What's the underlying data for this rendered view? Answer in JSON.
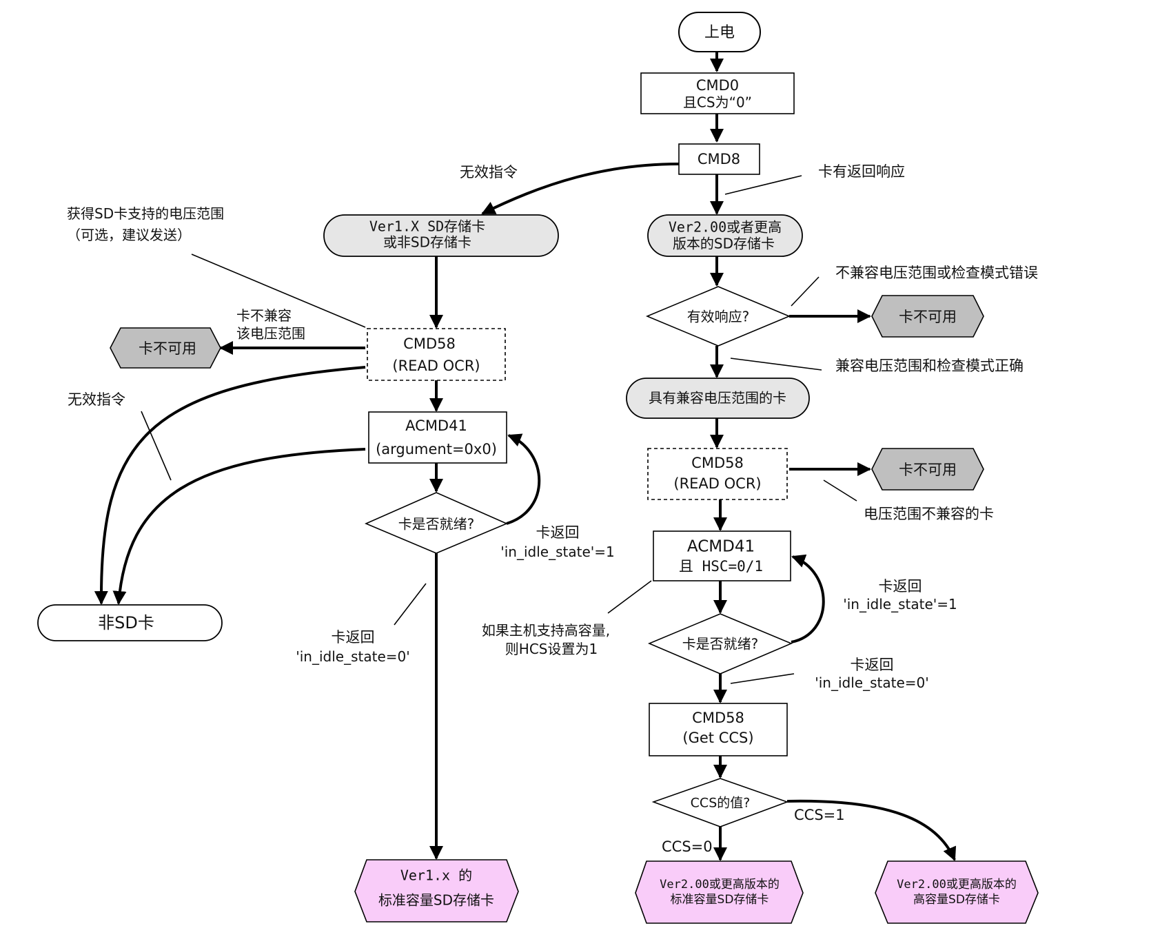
{
  "diagram": {
    "nodes": {
      "power_on": "上电",
      "cmd0_l1": "CMD0",
      "cmd0_l2": "且CS为“0”",
      "cmd8": "CMD8",
      "v1_l1": "Ver1.X SD存储卡",
      "v1_l2": "或非SD存储卡",
      "v2_l1": "Ver2.00或者更高",
      "v2_l2": "版本的SD存储卡",
      "valid_resp": "有效响应?",
      "unusable_1": "卡不可用",
      "compatible_card": "具有兼容电压范围的卡",
      "cmd58_right_l1": "CMD58",
      "cmd58_right_l2": "(READ OCR)",
      "unusable_2": "卡不可用",
      "acmd41_right_l1": "ACMD41",
      "acmd41_right_l2": "且 HSC=0/1",
      "ready_right": "卡是否就绪?",
      "cmd58_ccs_l1": "CMD58",
      "cmd58_ccs_l2": "(Get CCS)",
      "ccs_value": "CCS的值?",
      "std_v2_l1": "Ver2.00或更高版本的",
      "std_v2_l2": "标准容量SD存储卡",
      "high_v2_l1": "Ver2.00或更高版本的",
      "high_v2_l2": "高容量SD存储卡",
      "cmd58_left_l1": "CMD58",
      "cmd58_left_l2": "(READ OCR)",
      "unusable_3": "卡不可用",
      "acmd41_left_l1": "ACMD41",
      "acmd41_left_l2": "(argument=0x0)",
      "ready_left": "卡是否就绪?",
      "non_sd": "非SD卡",
      "std_v1_l1": "Ver1.x 的",
      "std_v1_l2": "标准容量SD存储卡"
    },
    "labels": {
      "invalid_cmd_top": "无效指令",
      "card_response": "卡有返回响应",
      "get_voltage_l1": "获得SD卡支持的电压范围",
      "get_voltage_l2": "（可选，建议发送）",
      "incompat_or_err": "不兼容电压范围或检查模式错误",
      "compat_ok": "兼容电压范围和检查模式正确",
      "incompat_card": "电压范围不兼容的卡",
      "card_incompat_l1": "卡不兼容",
      "card_incompat_l2": "该电压范围",
      "invalid_cmd_left": "无效指令",
      "idle1_left_l1": "卡返回",
      "idle1_left_l2": "'in_idle_state'=1",
      "idle0_left_l1": "卡返回",
      "idle0_left_l2": "'in_idle_state=0'",
      "idle1_right_l1": "卡返回",
      "idle1_right_l2": "'in_idle_state'=1",
      "idle0_right_l1": "卡返回",
      "idle0_right_l2": "'in_idle_state=0'",
      "hcs_note_l1": "如果主机支持高容量,",
      "hcs_note_l2": "则HCS设置为1",
      "ccs1": "CCS=1",
      "ccs0": "CCS=0"
    },
    "colors": {
      "stroke": "#000000",
      "light_gray_fill": "#e6e6e6",
      "dark_gray_fill": "#bfbfbf",
      "pink_fill": "#f9ccf9",
      "white_fill": "#ffffff"
    }
  }
}
